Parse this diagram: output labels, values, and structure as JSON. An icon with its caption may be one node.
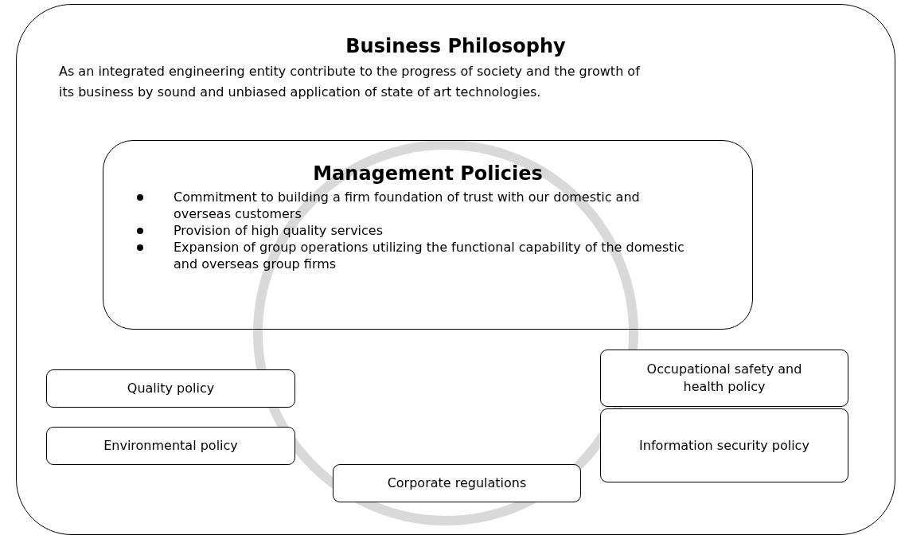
{
  "diagram": {
    "nodes": [
      {
        "text": [
          "Business Philosophy",
          "As an integrated engineering entity contribute to the progress of society and the growth of its business by sound and unbiased application of state of art technologies."
        ]
      },
      {
        "text": [
          "Management Policies",
          "Commitment to building a firm foundation of trust with our domestic and overseas customers",
          "Provision of high quality services",
          "Expansion of group operations utilizing the functional capability of the domestic and overseas group firms"
        ],
        "in": 0
      },
      {
        "text": [
          "Quality policy"
        ],
        "in": 0
      },
      {
        "text": [
          "Occupational safety and health policy"
        ],
        "in": 0
      },
      {
        "text": [
          "Environmental policy"
        ],
        "in": 0
      },
      {
        "text": [
          "Information security policy"
        ],
        "in": 0
      },
      {
        "text": [
          "Corporate regulations"
        ],
        "in": 0
      }
    ]
  }
}
